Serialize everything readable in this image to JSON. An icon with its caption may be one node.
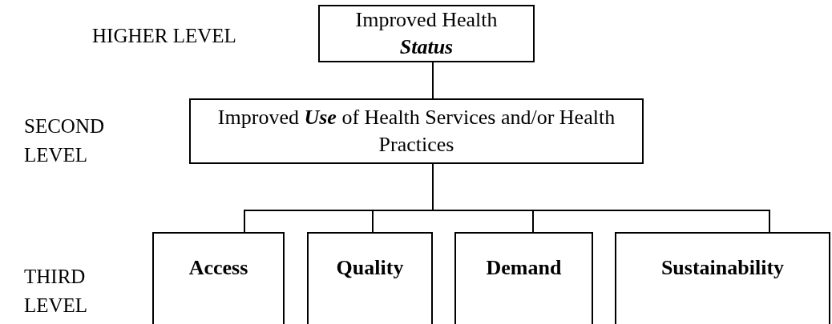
{
  "diagram": {
    "nodes": [
      {
        "text": [
          "Improved Health **Status**"
        ]
      },
      {
        "text": [
          "Improved **Use** of Health Services and/or Health Practices"
        ]
      },
      {
        "text": [
          "Access"
        ]
      },
      {
        "text": [
          "Quality"
        ]
      },
      {
        "text": [
          "Demand"
        ]
      },
      {
        "text": [
          "Sustainability"
        ]
      }
    ],
    "edges": [
      {
        "from": 0,
        "to": 1,
        "arrow": "none"
      },
      {
        "from": 1,
        "to": 2,
        "arrow": "none"
      },
      {
        "from": 1,
        "to": 3,
        "arrow": "none"
      },
      {
        "from": 1,
        "to": 4,
        "arrow": "none"
      },
      {
        "from": 1,
        "to": 5,
        "arrow": "none"
      }
    ],
    "labels": [
      "HIGHER LEVEL",
      "SECOND LEVEL",
      "THIRD LEVEL"
    ]
  }
}
